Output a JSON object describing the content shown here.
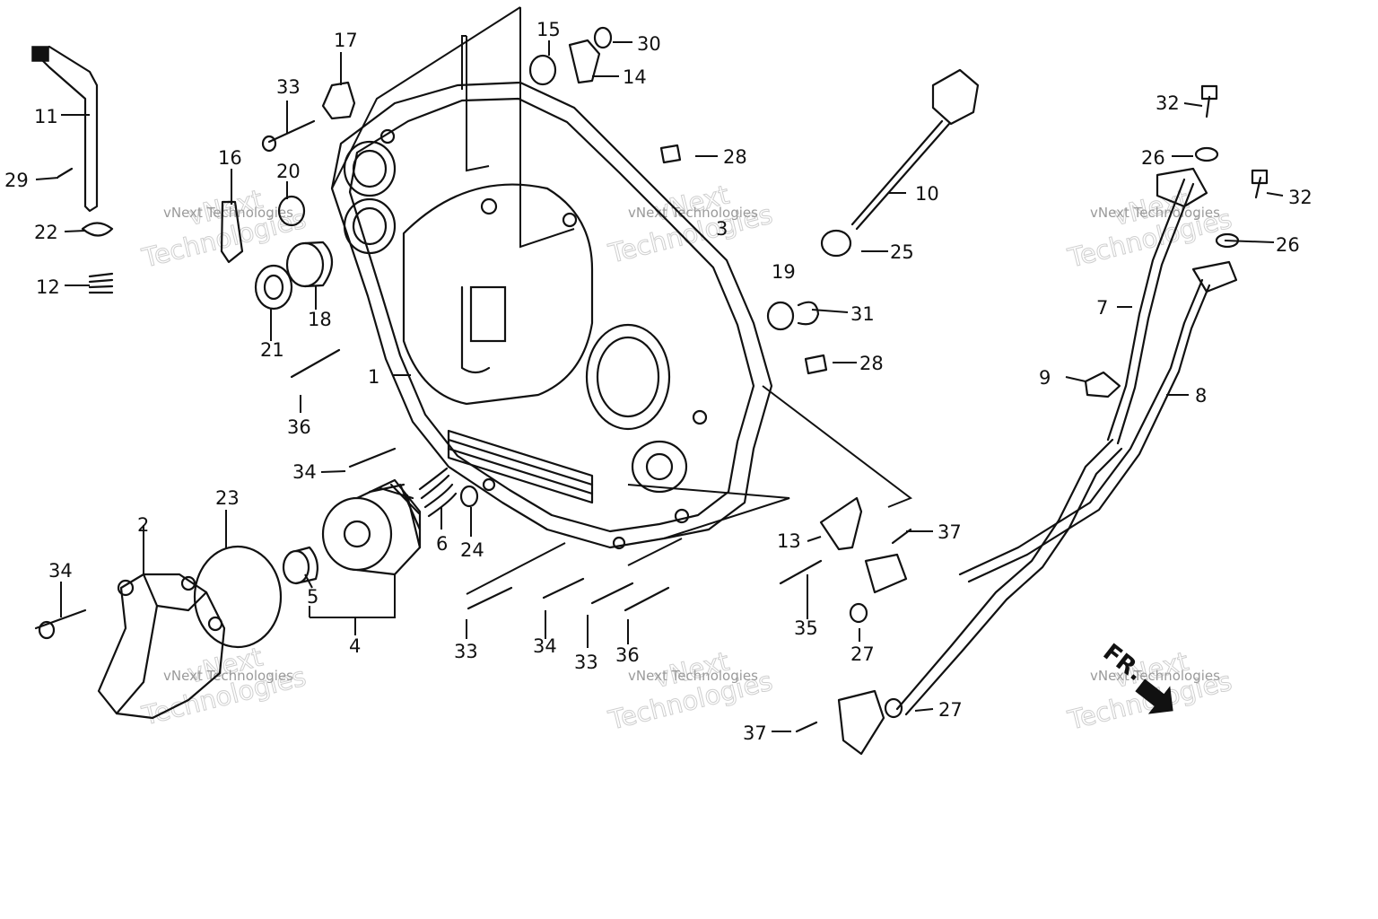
{
  "diagram": {
    "callouts": [
      {
        "id": "c1",
        "text": "1"
      },
      {
        "id": "c2",
        "text": "2"
      },
      {
        "id": "c3",
        "text": "3"
      },
      {
        "id": "c4",
        "text": "4"
      },
      {
        "id": "c5",
        "text": "5"
      },
      {
        "id": "c6",
        "text": "6"
      },
      {
        "id": "c7",
        "text": "7"
      },
      {
        "id": "c8",
        "text": "8"
      },
      {
        "id": "c9",
        "text": "9"
      },
      {
        "id": "c10",
        "text": "10"
      },
      {
        "id": "c11",
        "text": "11"
      },
      {
        "id": "c12",
        "text": "12"
      },
      {
        "id": "c13",
        "text": "13"
      },
      {
        "id": "c14",
        "text": "14"
      },
      {
        "id": "c15",
        "text": "15"
      },
      {
        "id": "c16",
        "text": "16"
      },
      {
        "id": "c17",
        "text": "17"
      },
      {
        "id": "c18",
        "text": "18"
      },
      {
        "id": "c19",
        "text": "19"
      },
      {
        "id": "c20",
        "text": "20"
      },
      {
        "id": "c21",
        "text": "21"
      },
      {
        "id": "c22",
        "text": "22"
      },
      {
        "id": "c23",
        "text": "23"
      },
      {
        "id": "c24",
        "text": "24"
      },
      {
        "id": "c25",
        "text": "25"
      },
      {
        "id": "c26a",
        "text": "26"
      },
      {
        "id": "c26b",
        "text": "26"
      },
      {
        "id": "c27a",
        "text": "27"
      },
      {
        "id": "c27b",
        "text": "27"
      },
      {
        "id": "c28a",
        "text": "28"
      },
      {
        "id": "c28b",
        "text": "28"
      },
      {
        "id": "c29",
        "text": "29"
      },
      {
        "id": "c30",
        "text": "30"
      },
      {
        "id": "c31",
        "text": "31"
      },
      {
        "id": "c32a",
        "text": "32"
      },
      {
        "id": "c32b",
        "text": "32"
      },
      {
        "id": "c33a",
        "text": "33"
      },
      {
        "id": "c33b",
        "text": "33"
      },
      {
        "id": "c33c",
        "text": "33"
      },
      {
        "id": "c34a",
        "text": "34"
      },
      {
        "id": "c34b",
        "text": "34"
      },
      {
        "id": "c34c",
        "text": "34"
      },
      {
        "id": "c35",
        "text": "35"
      },
      {
        "id": "c36a",
        "text": "36"
      },
      {
        "id": "c36b",
        "text": "36"
      },
      {
        "id": "c37a",
        "text": "37"
      },
      {
        "id": "c37b",
        "text": "37"
      }
    ],
    "front_marker": "FR.",
    "watermark": {
      "line1": "vNext",
      "line2": "Technologies",
      "small": "vNext Technologies"
    }
  }
}
